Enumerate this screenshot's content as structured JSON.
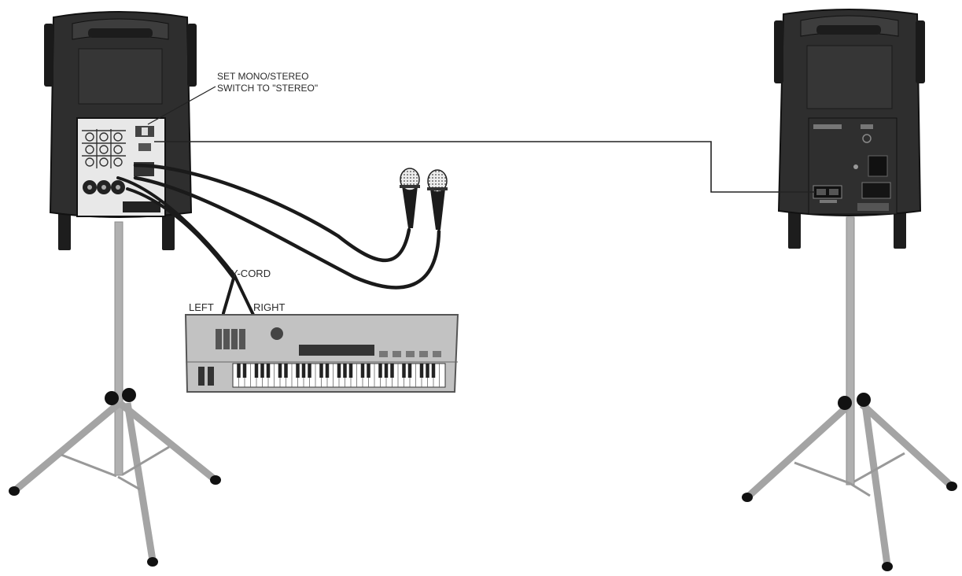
{
  "labels": {
    "switch_line1": "SET MONO/STEREO",
    "switch_line2": "SWITCH TO \"STEREO\"",
    "ycord": "Y-CORD",
    "left": "LEFT",
    "right": "RIGHT"
  },
  "colors": {
    "speaker_body": "#2e2e2e",
    "speaker_face": "#3c3c3c",
    "stand": "#a9a9a9",
    "cable": "#222222",
    "keyboard_body": "#bdbdbd"
  }
}
